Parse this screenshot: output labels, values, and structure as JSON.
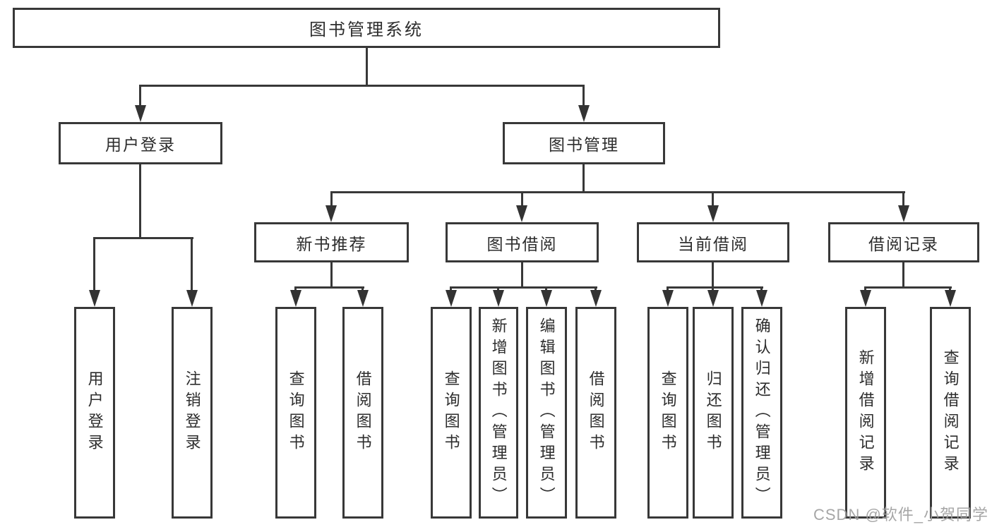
{
  "diagram": {
    "root": {
      "label": "图书管理系统"
    },
    "branches": [
      {
        "label": "用户登录",
        "leaves": [
          {
            "label": "用户登录"
          },
          {
            "label": "注销登录"
          }
        ]
      },
      {
        "label": "图书管理",
        "groups": [
          {
            "label": "新书推荐",
            "leaves": [
              {
                "label": "查询图书"
              },
              {
                "label": "借阅图书"
              }
            ]
          },
          {
            "label": "图书借阅",
            "leaves": [
              {
                "label": "查询图书"
              },
              {
                "label": "新增图书（管理员）"
              },
              {
                "label": "编辑图书（管理员）"
              },
              {
                "label": "借阅图书"
              }
            ]
          },
          {
            "label": "当前借阅",
            "leaves": [
              {
                "label": "查询图书"
              },
              {
                "label": "归还图书"
              },
              {
                "label": "确认归还（管理员）"
              }
            ]
          },
          {
            "label": "借阅记录",
            "leaves": [
              {
                "label": "新增借阅记录"
              },
              {
                "label": "查询借阅记录"
              }
            ]
          }
        ]
      }
    ]
  },
  "watermark": {
    "text": "CSDN @软件_小贺同学"
  },
  "colors": {
    "line": "#383838",
    "text": "#2d2d2d",
    "watermark": "#9e9e9e",
    "background": "#ffffff"
  }
}
